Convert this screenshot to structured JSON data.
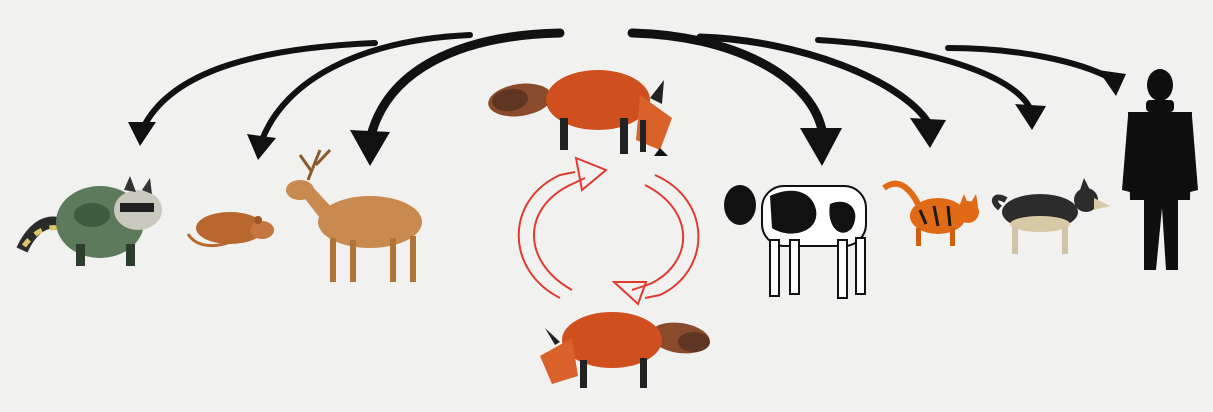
{
  "diagram": {
    "subjects": [
      {
        "name": "raccoon",
        "color": "#5d7a5c"
      },
      {
        "name": "rat",
        "color": "#b8672e"
      },
      {
        "name": "deer",
        "color": "#c98a4f"
      },
      {
        "name": "fox-top",
        "color": "#cf4f1f"
      },
      {
        "name": "fox-bottom",
        "color": "#cf4f1f"
      },
      {
        "name": "cow",
        "color": "#111111"
      },
      {
        "name": "cat",
        "color": "#e06a15"
      },
      {
        "name": "dog",
        "color": "#2c2c2c"
      },
      {
        "name": "human",
        "color": "#0f0f0f"
      }
    ],
    "colors": {
      "background": "#f1f1ef",
      "arrows": "#111111",
      "cycle": "#e03b2e"
    }
  }
}
